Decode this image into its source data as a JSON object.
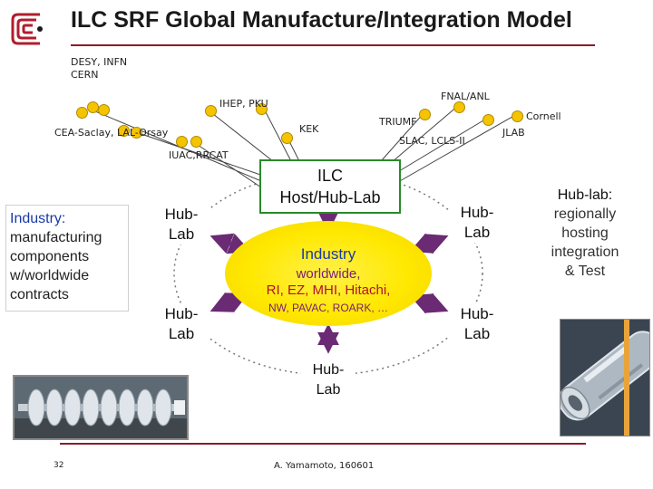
{
  "header": {
    "title": "ILC SRF Global Manufacture/Integration Model"
  },
  "logo": {
    "icon": "cern-logo-icon",
    "color": "#b01e2e"
  },
  "sites": {
    "desy_cern": "DESY, INFN\nCERN",
    "ihep": "IHEP, PKU",
    "cea": "CEA-Saclay, LAL-Orsay",
    "kek": "KEK",
    "iuac": "IUAC,RRCAT",
    "triumf": "TRIUMF",
    "fnal": "FNAL/ANL",
    "slac": "SLAC,  LCLS-II",
    "cornell": "Cornell",
    "jlab": "JLAB"
  },
  "host": {
    "label": "ILC\nHost/Hub-Lab"
  },
  "hublabs": {
    "top_left": "Hub-\nLab",
    "bottom_left": "Hub-\nLab",
    "top_right": "Hub-\nLab",
    "bottom_right": "Hub-\nLab",
    "bottom_center": "Hub-\nLab"
  },
  "industry_center": {
    "title": "Industry",
    "worldwide": "worldwide,",
    "companies": "RI, EZ, MHI, Hitachi,",
    "companies2": "NW, PAVAC, ROARK, …"
  },
  "industry_side": {
    "title": "Industry:",
    "text": "manufacturing\ncomponents\nw/worldwide\ncontracts"
  },
  "hub_note": {
    "title": "Hub-lab:",
    "text": "regionally\nhosting\nintegration\n& Test"
  },
  "footer": {
    "page": "32",
    "author": "A. Yamamoto, 160601"
  },
  "colors": {
    "title_rule": "#8b1a2b",
    "arrow": "#6b2a74",
    "host_border": "#2a8a2a",
    "industry_ellipse": "#ffe800",
    "industry_title": "#1a3aa6",
    "industry_companies": "#b5102a",
    "industry_side_title": "#1a3aa6",
    "dot": "#f5c400",
    "connector": "#444444"
  }
}
